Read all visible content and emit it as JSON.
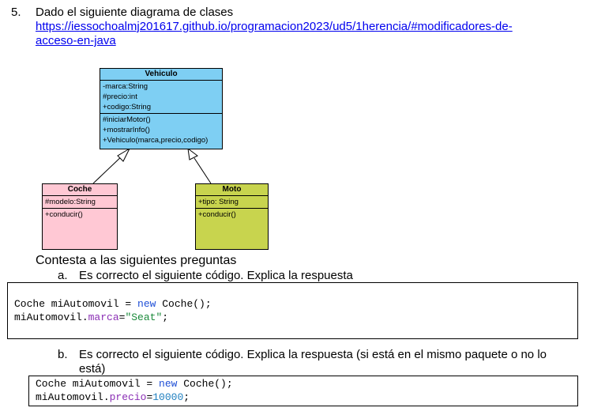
{
  "question": {
    "number": "5.",
    "title": "Dado el siguiente diagrama de clases",
    "link_line1": "https://iessochoalmj201617.github.io/programacion2023/ud5/1herencia/#modificadores-de-",
    "link_line2": "acceso-en-java"
  },
  "diagram": {
    "vehiculo": {
      "name": "Vehiculo",
      "attributes": [
        "-marca:String",
        "#precio:int",
        "+codigo:String"
      ],
      "methods": [
        "#iniciarMotor()",
        "+mostrarInfo()",
        "+Vehiculo(marca,precio,codigo)"
      ],
      "color": "#7ecff3"
    },
    "coche": {
      "name": "Coche",
      "attributes": [
        "#modelo:String"
      ],
      "methods": [
        "+conducir()"
      ],
      "color": "#ffc8d4"
    },
    "moto": {
      "name": "Moto",
      "attributes": [
        "+tipo: String"
      ],
      "methods": [
        "+conducir()"
      ],
      "color": "#c8d44e"
    }
  },
  "prompt": "Contesta a las siguientes preguntas",
  "items": [
    {
      "letter": "a.",
      "text": "Es correcto el siguiente código. Explica la respuesta",
      "code": {
        "l1_a": "Coche miAutomovil = ",
        "l1_kw": "new",
        "l1_b": " Coche();",
        "l2_a": "miAutomovil.",
        "l2_fld": "marca",
        "l2_eq": "=",
        "l2_str": "\"Seat\"",
        "l2_end": ";"
      }
    },
    {
      "letter": "b.",
      "text": "Es correcto el siguiente código. Explica la respuesta (si está en el mismo paquete o no lo",
      "text2": "está)",
      "code": {
        "l1_a": "Coche miAutomovil = ",
        "l1_kw": "new",
        "l1_b": " Coche();",
        "l2_a": "miAutomovil.",
        "l2_fld": "precio",
        "l2_eq": "=",
        "l2_num": "10000",
        "l2_end": ";"
      }
    }
  ]
}
